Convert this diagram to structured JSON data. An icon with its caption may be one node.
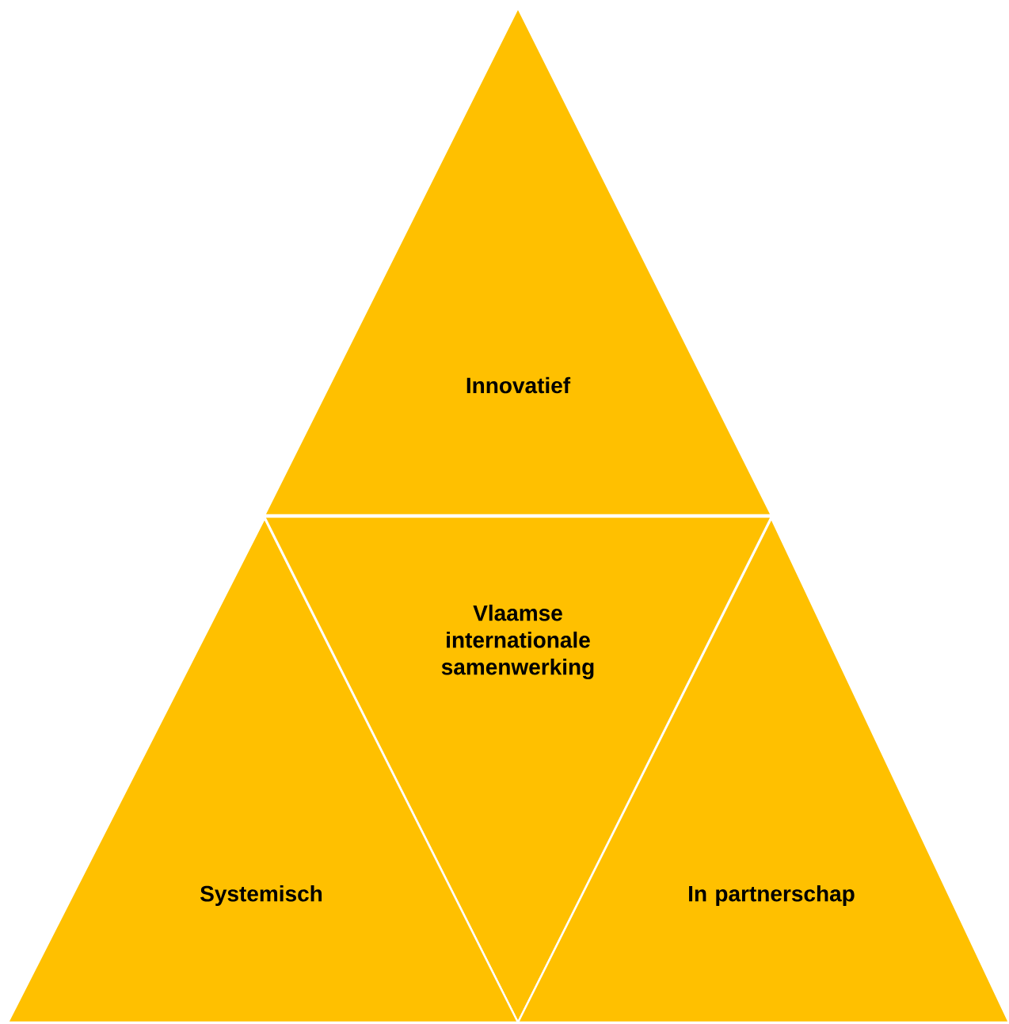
{
  "diagram": {
    "nodes": [
      {
        "text": [
          "Innovatief"
        ]
      },
      {
        "text": [
          "Vlaamse internationale samenwerking"
        ]
      },
      {
        "text": [
          "Systemisch"
        ]
      },
      {
        "text": [
          "In partnerschap"
        ]
      }
    ]
  }
}
